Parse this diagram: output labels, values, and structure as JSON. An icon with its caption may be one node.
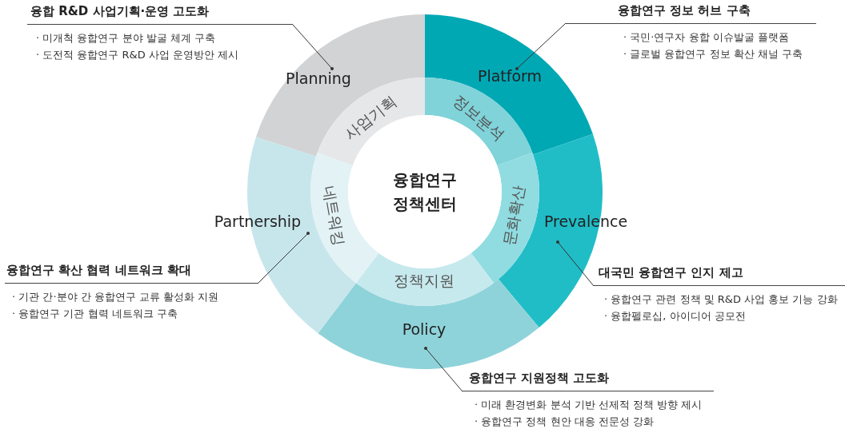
{
  "diagram": {
    "nodes": [
      {
        "text": [
          "융합연구 정책센터"
        ]
      },
      {
        "text": [
          "Planning"
        ]
      },
      {
        "text": [
          "Platform"
        ]
      },
      {
        "text": [
          "Prevalence"
        ]
      },
      {
        "text": [
          "Policy"
        ]
      },
      {
        "text": [
          "Partnership"
        ]
      },
      {
        "text": [
          "사업기획"
        ]
      },
      {
        "text": [
          "정보분석"
        ]
      },
      {
        "text": [
          "문화확산"
        ]
      },
      {
        "text": [
          "정책지원"
        ]
      },
      {
        "text": [
          "네트워킹"
        ]
      },
      {
        "text": [
          "융합 R&D 사업기획·운영 고도화",
          "· 미개척 융합연구 분야 발굴 체계 구축",
          "· 도전적 융합연구 R&D 사업 운영방안 제시"
        ]
      },
      {
        "text": [
          "융합연구 정보 허브 구축",
          "· 국민·연구자 융합 이슈발굴 플랫폼",
          "· 글로벌 융합연구 정보 확산 채널 구축"
        ]
      },
      {
        "text": [
          "융합연구 확산 협력 네트워크 확대",
          "· 기관 간·분야 간 융합연구 교류 활성화 지원",
          "· 융합연구 기관 협력 네트워크 구축"
        ]
      },
      {
        "text": [
          "대국민 융합연구 인지 제고",
          "· 융합연구 관련 정책 및 R&D 사업 홍보 기능 강화",
          "· 융합펠로십, 아이디어 공모전"
        ]
      },
      {
        "text": [
          "융합연구 지원정책 고도화",
          "· 미래 환경변화 분석 기반 선제적 정책 방향 제시",
          "· 융합연구 정책 현안 대응 전문성 강화"
        ]
      }
    ],
    "edges": [
      {
        "from": 11,
        "to": 1,
        "arrow": "other"
      },
      {
        "from": 12,
        "to": 2,
        "arrow": "other"
      },
      {
        "from": 13,
        "to": 5,
        "arrow": "other"
      },
      {
        "from": 14,
        "to": 3,
        "arrow": "other"
      },
      {
        "from": 15,
        "to": 4,
        "arrow": "other"
      }
    ]
  }
}
